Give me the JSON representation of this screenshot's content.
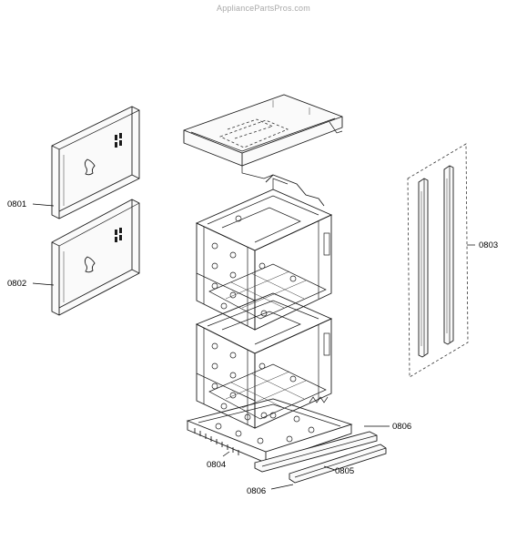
{
  "watermark": "AppliancePartsPros.com",
  "labels": {
    "p0801": "0801",
    "p0802": "0802",
    "p0803": "0803",
    "p0804": "0804",
    "p0805": "0805",
    "p0806a": "0806",
    "p0806b": "0806"
  }
}
